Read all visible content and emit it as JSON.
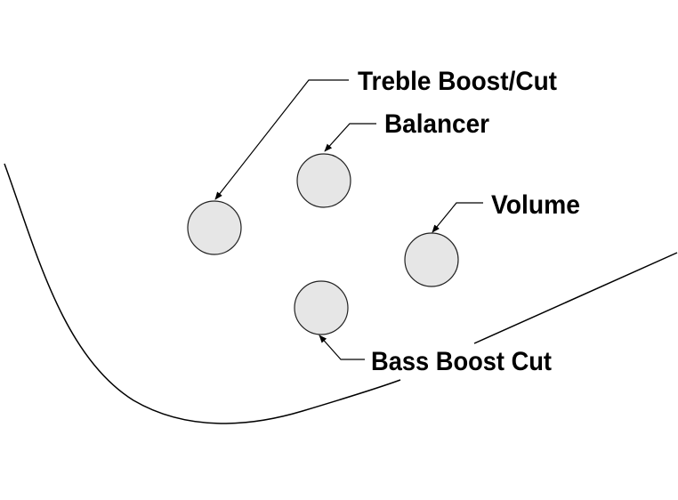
{
  "controls": [
    {
      "id": "treble",
      "label": "Treble Boost/Cut"
    },
    {
      "id": "balancer",
      "label": "Balancer"
    },
    {
      "id": "volume",
      "label": "Volume"
    },
    {
      "id": "bass",
      "label": "Bass Boost Cut"
    }
  ],
  "colors": {
    "knob_fill": "#e6e6e6",
    "line": "#000000",
    "background": "#ffffff"
  }
}
